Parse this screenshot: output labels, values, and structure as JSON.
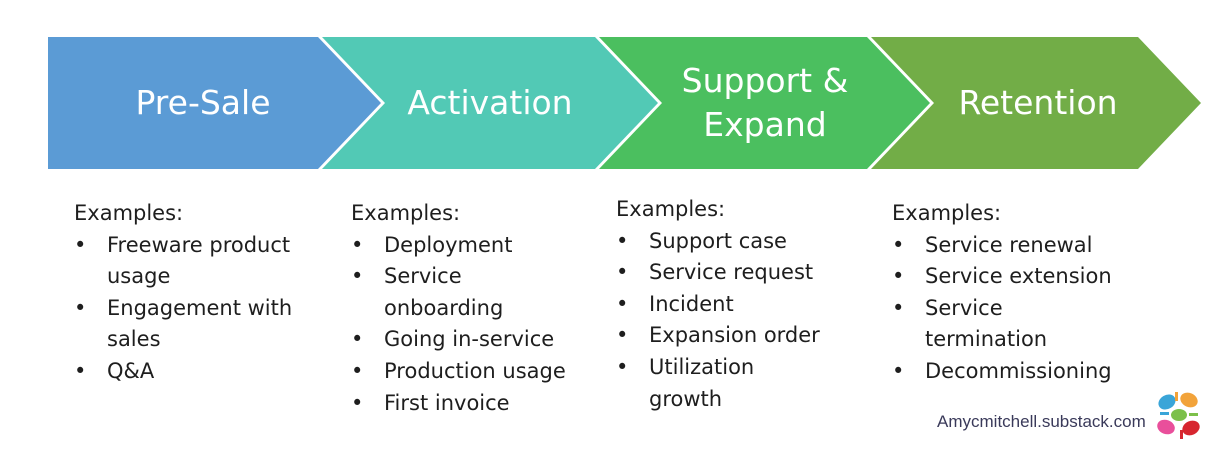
{
  "colors": {
    "pre_sale": "#5b9bd5",
    "activation": "#52c9b5",
    "support_expand": "#4bbf5f",
    "retention": "#72ad47",
    "text": "#1e1e1e"
  },
  "stages": [
    {
      "title": "Pre-Sale",
      "examples_label": "Examples:",
      "items": [
        "Freeware product usage",
        "Engagement with sales",
        "Q&A"
      ]
    },
    {
      "title": "Activation",
      "examples_label": "Examples:",
      "items": [
        "Deployment",
        "Service onboarding",
        "Going in-service",
        "Production usage",
        "First invoice"
      ]
    },
    {
      "title": "Support &\nExpand",
      "examples_label": "Examples:",
      "items": [
        "Support case",
        "Service request",
        "Incident",
        "Expansion order",
        "Utilization growth"
      ]
    },
    {
      "title": "Retention",
      "examples_label": "Examples:",
      "items": [
        "Service renewal",
        "Service extension",
        "Service termination",
        "Decommissioning"
      ]
    }
  ],
  "watermark": {
    "text": "Amycmitchell.substack.com"
  }
}
